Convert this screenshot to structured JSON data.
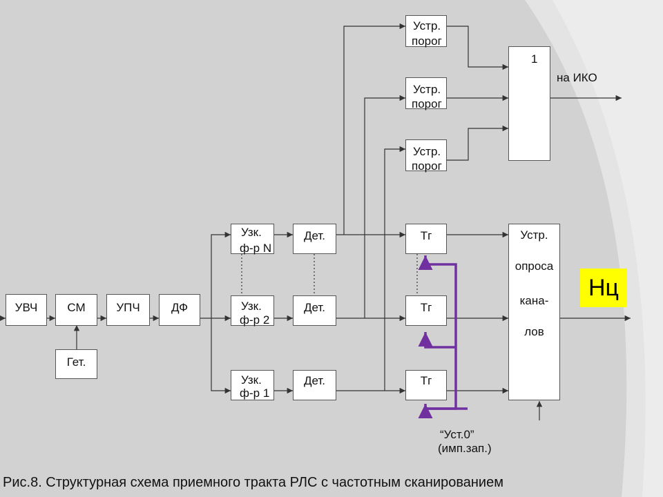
{
  "blocks": {
    "uvch": "УВЧ",
    "sm": "СМ",
    "upch": "УПЧ",
    "df": "ДФ",
    "get": "Гет.",
    "uzk_n": [
      "Узк.",
      "ф-р N"
    ],
    "uzk_2": [
      "Узк.",
      "ф-р 2"
    ],
    "uzk_1": [
      "Узк.",
      "ф-р 1"
    ],
    "det": "Дет.",
    "tg": "Тг",
    "threshold": [
      "Устр.",
      "порог"
    ],
    "or_gate": "1",
    "survey": [
      "Устр.",
      "опроса",
      "кана-",
      "лов"
    ]
  },
  "labels": {
    "iko": "на ИКО",
    "reset": "“Уст.0”",
    "reset_sub": "(имп.зап.)",
    "hc": "Нц"
  },
  "caption": "Рис.8.  Структурная схема приемного тракта РЛС с частотным сканированием",
  "colors": {
    "background": "#d2d2d2",
    "block_fill": "#ffffff",
    "line": "#333333",
    "reset_bus": "#7030a0",
    "hc_fill": "#ffff00"
  }
}
